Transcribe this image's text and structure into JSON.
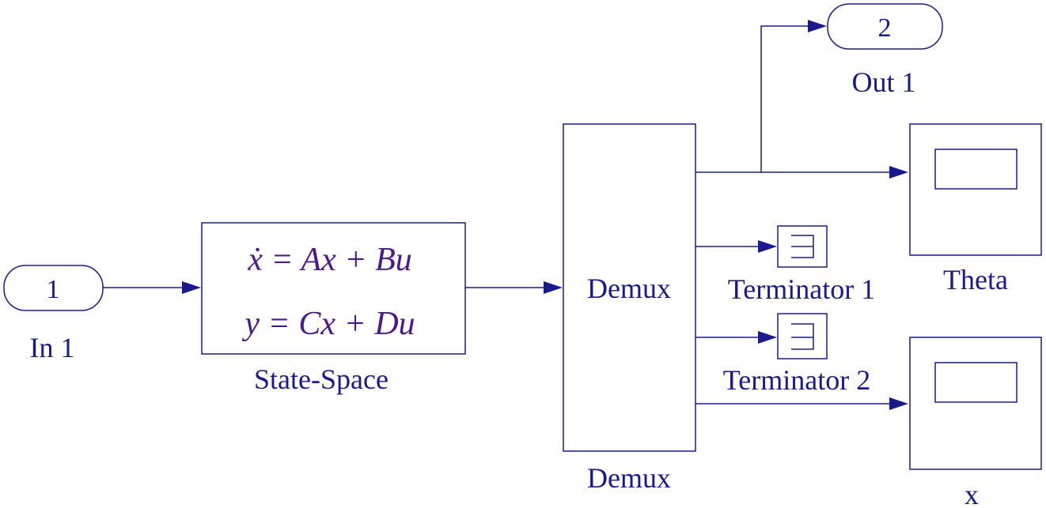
{
  "blocks": {
    "inport": {
      "number": "1",
      "label": "In 1"
    },
    "state_space": {
      "eq1": "ẋ = Ax + Bu",
      "eq2": "y = Cx + Du",
      "label": "State-Space"
    },
    "demux": {
      "text": "Demux",
      "label": "Demux"
    },
    "outport": {
      "number": "2",
      "label": "Out 1"
    },
    "scope_theta": {
      "label": "Theta"
    },
    "scope_x": {
      "label": "x"
    },
    "terminator_1": {
      "label": "Terminator 1"
    },
    "terminator_2": {
      "label": "Terminator 2"
    }
  },
  "colors": {
    "line": "#1a1a8c",
    "equation": "#4a1a8c",
    "background": "#ffffff"
  }
}
